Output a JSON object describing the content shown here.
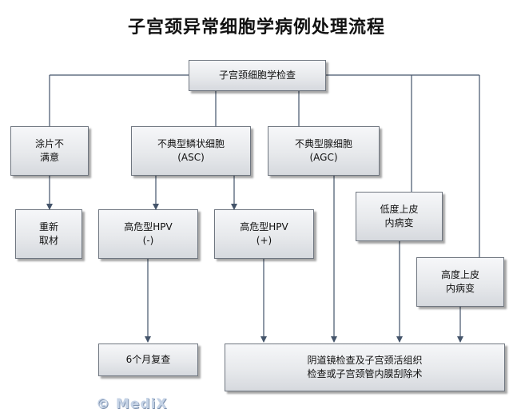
{
  "title": "子宫颈异常细胞学病例处理流程",
  "nodes": {
    "cytology": {
      "lines": [
        "子宫颈细胞学检查"
      ]
    },
    "unsatisfactory": {
      "lines": [
        "涂片不",
        "满意"
      ]
    },
    "asc": {
      "lines": [
        "不典型鳞状细胞",
        "(ASC)"
      ]
    },
    "agc": {
      "lines": [
        "不典型腺细胞",
        "(AGC)"
      ]
    },
    "lsil": {
      "lines": [
        "低度上皮",
        "内病变"
      ]
    },
    "hsil": {
      "lines": [
        "高度上皮",
        "内病变"
      ]
    },
    "resample": {
      "lines": [
        "重新",
        "取材"
      ]
    },
    "hpv_neg": {
      "lines": [
        "高危型HPV",
        "(-)"
      ]
    },
    "hpv_pos": {
      "lines": [
        "高危型HPV",
        "(+)"
      ]
    },
    "recheck": {
      "lines": [
        "6个月复查"
      ]
    },
    "colposcopy": {
      "lines": [
        "阴道镜检查及子宫颈活组织",
        "检查或子宫颈管内膜刮除术"
      ]
    }
  },
  "watermark": "© MediX",
  "colors": {
    "line": "#44546a",
    "box_border": "#6f7680"
  }
}
